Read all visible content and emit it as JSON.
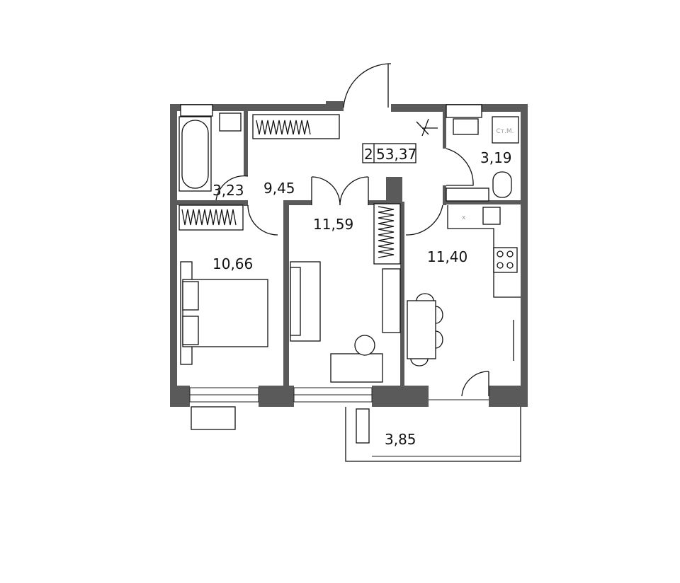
{
  "apartment": {
    "rooms": "2",
    "total_area": "53,37"
  },
  "rooms": [
    {
      "name": "bathroom",
      "area": "3,23"
    },
    {
      "name": "hallway",
      "area": "9,45"
    },
    {
      "name": "living-room",
      "area": "11,59"
    },
    {
      "name": "bedroom",
      "area": "10,66"
    },
    {
      "name": "kitchen",
      "area": "11,40"
    },
    {
      "name": "wc",
      "area": "3,19"
    },
    {
      "name": "balcony",
      "area": "3,85"
    }
  ],
  "labels": {
    "washing_machine": "Ст.М.",
    "fridge": "x"
  }
}
